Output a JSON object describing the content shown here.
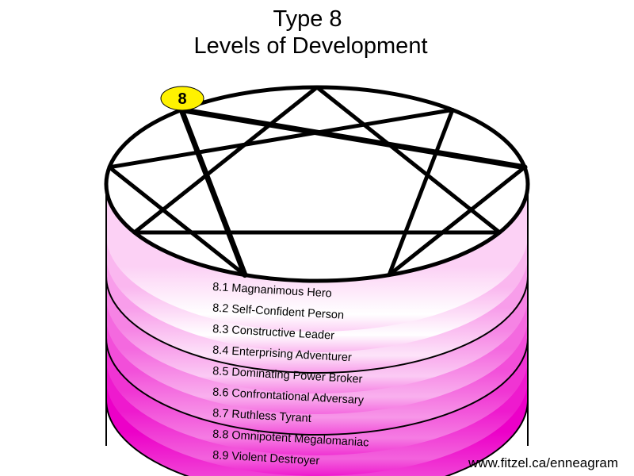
{
  "title": {
    "line1": "Type 8",
    "line2": "Levels of Development"
  },
  "badge": "8",
  "levels": [
    "8.1 Magnanimous Hero",
    "8.2 Self-Confident Person",
    "8.3 Constructive Leader",
    "8.4 Enterprising Adventurer",
    "8.5 Dominating Power Broker",
    "8.6 Confrontational Adversary",
    "8.7 Ruthless Tyrant",
    "8.8 Omnipotent Megalomaniac",
    "8.9 Violent Destroyer"
  ],
  "layer_colors": [
    "#ffffff",
    "#ec00c8"
  ],
  "footer_url": "www.fitzel.ca/enneagram"
}
